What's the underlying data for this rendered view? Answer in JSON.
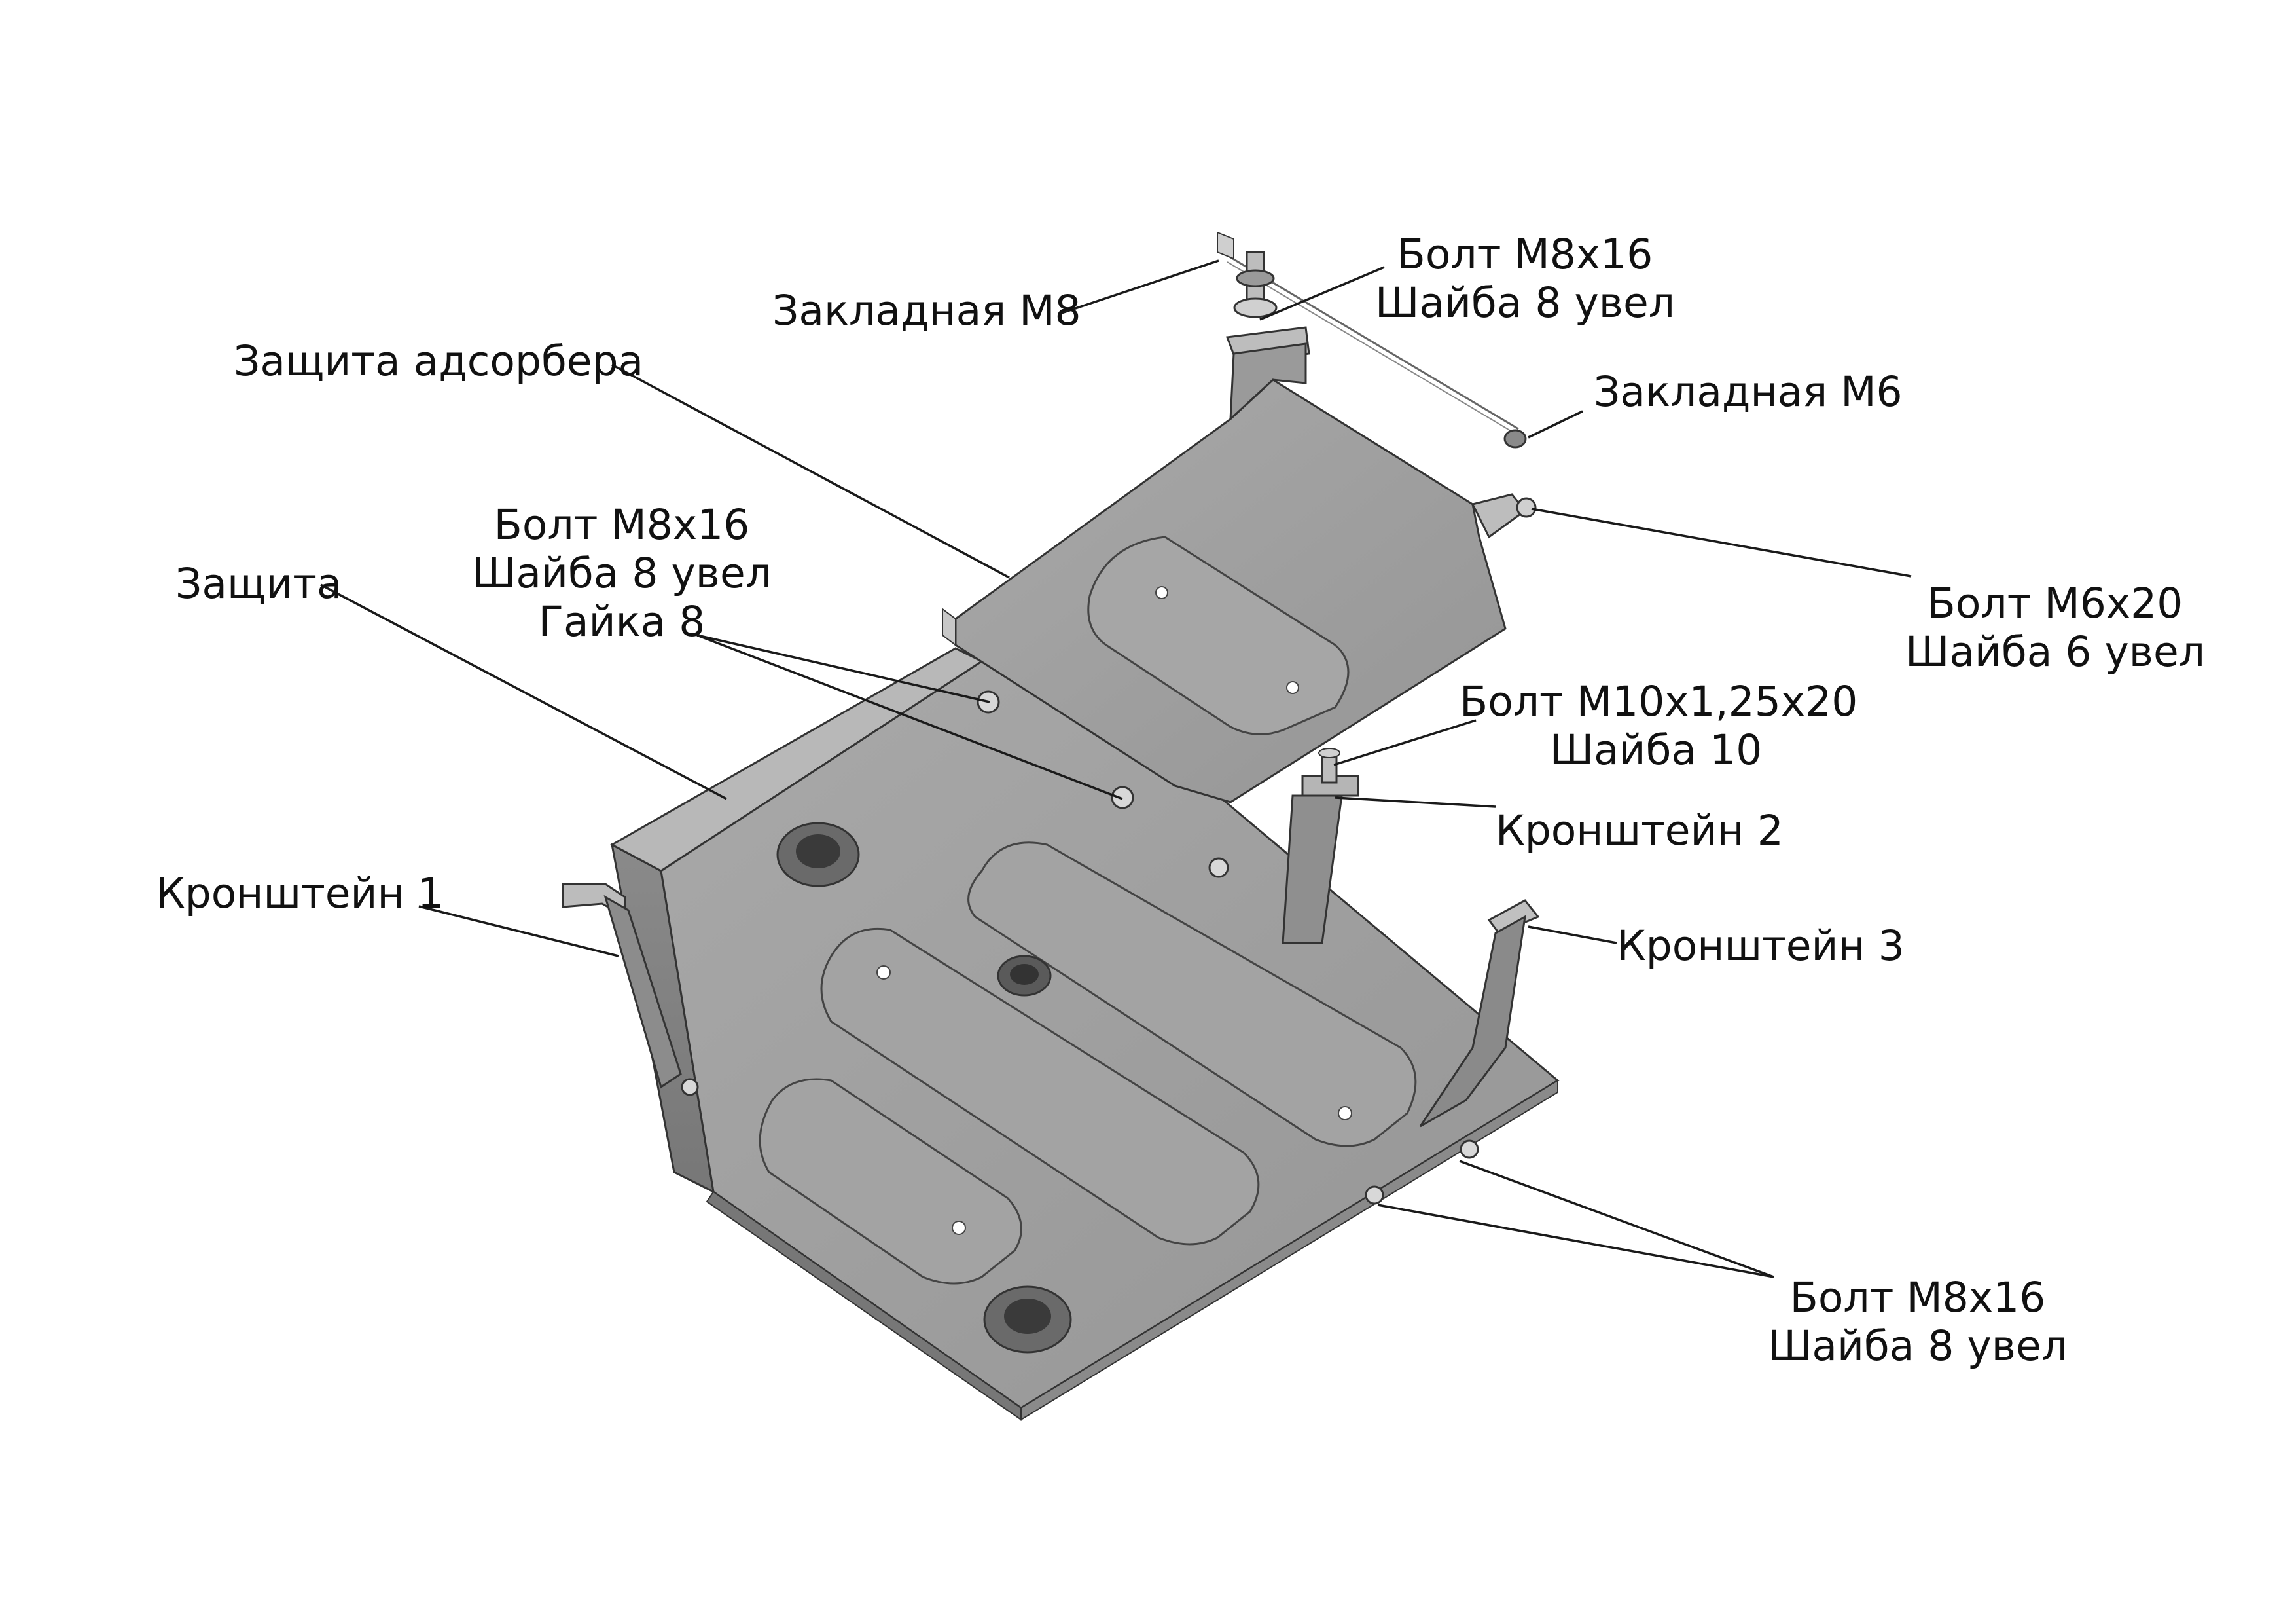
{
  "colors": {
    "background": "#ffffff",
    "plate": "#9e9e9e",
    "plate_dark": "#7c7c7c",
    "plate_light": "#bdbdbd",
    "line": "#1a1a1a",
    "text": "#111111"
  },
  "labels": {
    "zakladnaya_m8": [
      "Закладная М8"
    ],
    "bolt_top": [
      "Болт М8х16",
      "Шайба 8 увел"
    ],
    "zashchita_adsorbera": [
      "Защита адсорбера"
    ],
    "zakladnaya_m6": [
      "Закладная М6"
    ],
    "bolt_mid": [
      "Болт М8х16",
      "Шайба 8 увел",
      "Гайка 8"
    ],
    "zashchita": [
      "Защита"
    ],
    "bolt_m6": [
      "Болт М6х20",
      "Шайба 6 увел"
    ],
    "bolt_m10": [
      "Болт М10х1,25х20",
      "Шайба 10"
    ],
    "kronshtein_2": [
      "Кронштейн 2"
    ],
    "kronshtein_1": [
      "Кронштейн 1"
    ],
    "kronshtein_3": [
      "Кронштейн 3"
    ],
    "bolt_bottom": [
      "Болт М8х16",
      "Шайба 8 увел"
    ]
  },
  "parts": [
    {
      "name": "Защита",
      "type": "skid-plate"
    },
    {
      "name": "Защита адсорбера",
      "type": "adsorber-guard"
    },
    {
      "name": "Кронштейн 1",
      "type": "bracket"
    },
    {
      "name": "Кронштейн 2",
      "type": "bracket"
    },
    {
      "name": "Кронштейн 3",
      "type": "bracket"
    },
    {
      "name": "Закладная М8",
      "type": "insert"
    },
    {
      "name": "Закладная М6",
      "type": "insert"
    }
  ]
}
